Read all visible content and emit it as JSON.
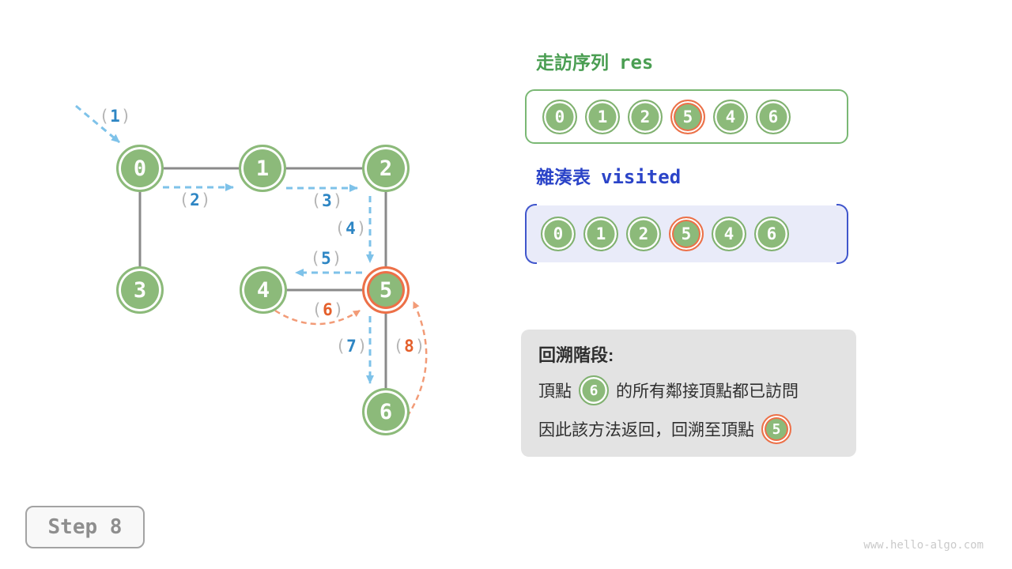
{
  "figure": {
    "step_box_label": "Step 8",
    "watermark": "www.hello-algo.com"
  },
  "graph": {
    "nodes": [
      {
        "label": "0",
        "state": "visited"
      },
      {
        "label": "1",
        "state": "visited"
      },
      {
        "label": "2",
        "state": "visited"
      },
      {
        "label": "3",
        "state": "unvisited"
      },
      {
        "label": "4",
        "state": "visited"
      },
      {
        "label": "5",
        "state": "current"
      },
      {
        "label": "6",
        "state": "visited"
      }
    ],
    "edges": [
      [
        "0",
        "1"
      ],
      [
        "1",
        "2"
      ],
      [
        "0",
        "3"
      ],
      [
        "2",
        "5"
      ],
      [
        "4",
        "5"
      ],
      [
        "5",
        "6"
      ]
    ],
    "step_labels": [
      {
        "open": "(",
        "num": "1",
        "close": ")",
        "color": "blue"
      },
      {
        "open": "(",
        "num": "2",
        "close": ")",
        "color": "blue"
      },
      {
        "open": "(",
        "num": "3",
        "close": ")",
        "color": "blue"
      },
      {
        "open": "(",
        "num": "4",
        "close": ")",
        "color": "blue"
      },
      {
        "open": "(",
        "num": "5",
        "close": ")",
        "color": "blue"
      },
      {
        "open": "(",
        "num": "6",
        "close": ")",
        "color": "orange"
      },
      {
        "open": "(",
        "num": "7",
        "close": ")",
        "color": "blue"
      },
      {
        "open": "(",
        "num": "8",
        "close": ")",
        "color": "orange"
      }
    ]
  },
  "res_panel": {
    "title_zh": "走訪序列",
    "title_code": "res",
    "items": [
      "0",
      "1",
      "2",
      "5",
      "4",
      "6"
    ],
    "current_index": 3
  },
  "visited_panel": {
    "title_zh": "雜湊表",
    "title_code": "visited",
    "items": [
      "0",
      "1",
      "2",
      "5",
      "4",
      "6"
    ],
    "current_index": 3
  },
  "note": {
    "title": "回溯階段:",
    "line1_prefix": "頂點",
    "line1_node": "6",
    "line1_suffix": "的所有鄰接頂點都已訪問",
    "line2_prefix": "因此該方法返回，回溯至頂點",
    "line2_node": "5"
  },
  "colors": {
    "node_green": "#8cba7a",
    "highlight_orange": "#ed7048",
    "arrow_blue": "#7ec2e9",
    "arrow_orange": "#f29b77",
    "step_digit_blue": "#2e86c4",
    "step_digit_orange": "#e4602c",
    "title_green": "#4a9e52",
    "title_blue": "#2b44c8",
    "bracket_blue": "#4056cc",
    "visited_fill": "#e9ebf9",
    "edge_gray": "#8a8a8a",
    "note_bg": "#e3e3e3"
  }
}
